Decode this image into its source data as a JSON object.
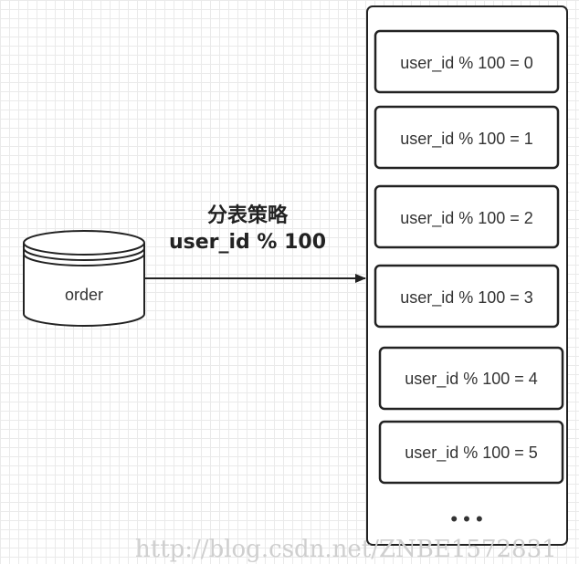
{
  "source_table": {
    "label": "order"
  },
  "strategy": {
    "title": "分表策略",
    "formula": "user_id % 100"
  },
  "shards": [
    {
      "label": "user_id % 100 = 0"
    },
    {
      "label": "user_id % 100 = 1"
    },
    {
      "label": "user_id % 100 = 2"
    },
    {
      "label": "user_id % 100 = 3"
    },
    {
      "label": "user_id % 100 = 4"
    },
    {
      "label": "user_id % 100 = 5"
    }
  ],
  "ellipsis": "• • •",
  "watermark": "http://blog.csdn.net/ZNBE1572831",
  "colors": {
    "stroke": "#222222",
    "grid": "#eaeaea",
    "watermark": "#cfcfcf"
  }
}
